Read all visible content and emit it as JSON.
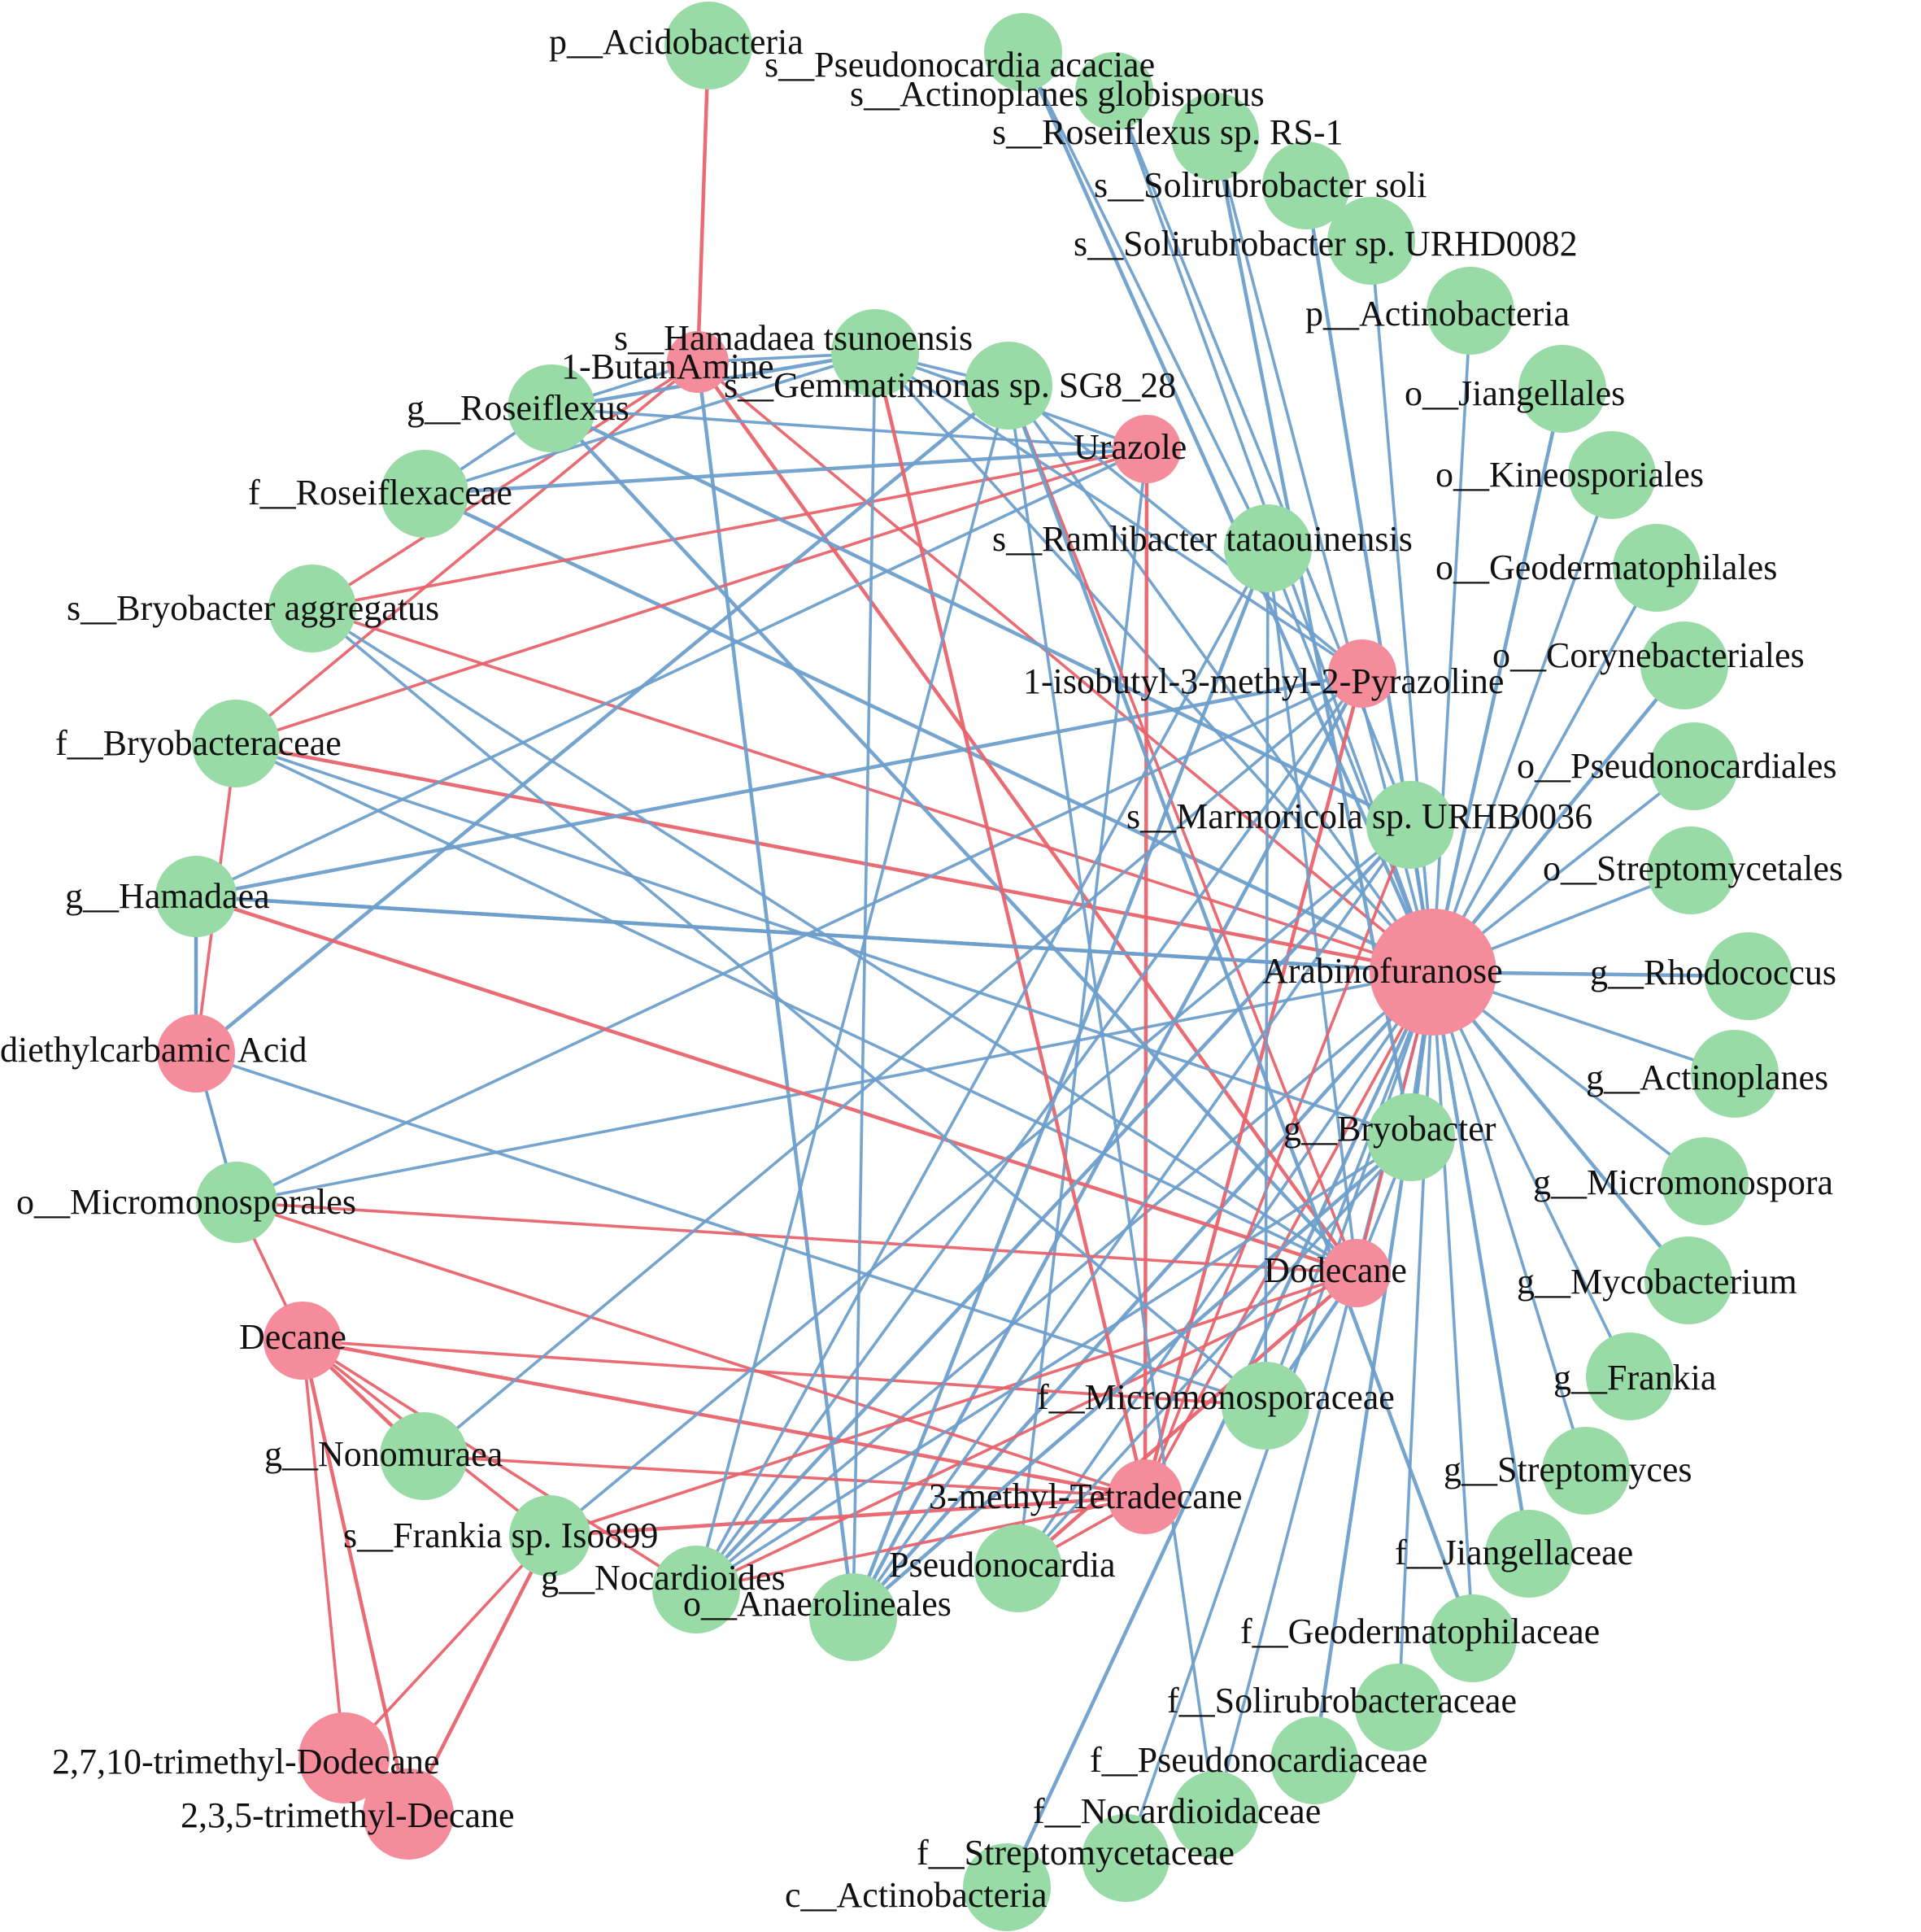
{
  "colors": {
    "taxon_node": "#98DBA7",
    "metabolite_node": "#F48C9C",
    "positive_edge": "#E8636B",
    "negative_edge": "#6E9FCB",
    "label": "#111111"
  },
  "nodes": [
    {
      "id": "n1",
      "label": "p__Acidobacteria",
      "kind": "taxon"
    },
    {
      "id": "n2",
      "label": "s__Pseudonocardia acaciae",
      "kind": "taxon"
    },
    {
      "id": "n3",
      "label": "s__Actinoplanes globisporus",
      "kind": "taxon"
    },
    {
      "id": "n4",
      "label": "s__Roseiflexus sp. RS-1",
      "kind": "taxon"
    },
    {
      "id": "n5",
      "label": "s__Solirubrobacter soli",
      "kind": "taxon"
    },
    {
      "id": "n6",
      "label": "s__Solirubrobacter sp. URHD0082",
      "kind": "taxon"
    },
    {
      "id": "n7",
      "label": "p__Actinobacteria",
      "kind": "taxon"
    },
    {
      "id": "n8",
      "label": "o__Jiangellales",
      "kind": "taxon"
    },
    {
      "id": "n9",
      "label": "o__Kineosporiales",
      "kind": "taxon"
    },
    {
      "id": "n10",
      "label": "o__Geodermatophilales",
      "kind": "taxon"
    },
    {
      "id": "n11",
      "label": "o__Corynebacteriales",
      "kind": "taxon"
    },
    {
      "id": "n12",
      "label": "o__Pseudonocardiales",
      "kind": "taxon"
    },
    {
      "id": "n13",
      "label": "o__Streptomycetales",
      "kind": "taxon"
    },
    {
      "id": "n14",
      "label": "g__Rhodococcus",
      "kind": "taxon"
    },
    {
      "id": "n15",
      "label": "g__Actinoplanes",
      "kind": "taxon"
    },
    {
      "id": "n16",
      "label": "g__Micromonospora",
      "kind": "taxon"
    },
    {
      "id": "n17",
      "label": "g__Mycobacterium",
      "kind": "taxon"
    },
    {
      "id": "n18",
      "label": "g__Frankia",
      "kind": "taxon"
    },
    {
      "id": "n19",
      "label": "g__Streptomyces",
      "kind": "taxon"
    },
    {
      "id": "n20",
      "label": "f__Jiangellaceae",
      "kind": "taxon"
    },
    {
      "id": "n21",
      "label": "f__Geodermatophilaceae",
      "kind": "taxon"
    },
    {
      "id": "n22",
      "label": "f__Solirubrobacteraceae",
      "kind": "taxon"
    },
    {
      "id": "n23",
      "label": "f__Pseudonocardiaceae",
      "kind": "taxon"
    },
    {
      "id": "n24",
      "label": "f__Nocardioidaceae",
      "kind": "taxon"
    },
    {
      "id": "n25",
      "label": "f__Streptomycetaceae",
      "kind": "taxon"
    },
    {
      "id": "n26",
      "label": "c__Actinobacteria",
      "kind": "taxon"
    },
    {
      "id": "n27",
      "label": "s__Hamadaea tsunoensis",
      "kind": "taxon"
    },
    {
      "id": "n28",
      "label": "s__Gemmatimonas sp. SG8_28",
      "kind": "taxon"
    },
    {
      "id": "n29",
      "label": "g__Roseiflexus",
      "kind": "taxon"
    },
    {
      "id": "n30",
      "label": "f__Roseiflexaceae",
      "kind": "taxon"
    },
    {
      "id": "n31",
      "label": "s__Bryobacter aggregatus",
      "kind": "taxon"
    },
    {
      "id": "n32",
      "label": "f__Bryobacteraceae",
      "kind": "taxon"
    },
    {
      "id": "n33",
      "label": "g__Hamadaea",
      "kind": "taxon"
    },
    {
      "id": "n34",
      "label": "o__Micromonosporales",
      "kind": "taxon"
    },
    {
      "id": "n35",
      "label": "g__Nonomuraea",
      "kind": "taxon"
    },
    {
      "id": "n36",
      "label": "s__Frankia sp. Iso899",
      "kind": "taxon"
    },
    {
      "id": "n37",
      "label": "g__Nocardioides",
      "kind": "taxon"
    },
    {
      "id": "n38",
      "label": "o__Anaerolineales",
      "kind": "taxon"
    },
    {
      "id": "n39",
      "label": "Pseudonocardia",
      "kind": "taxon"
    },
    {
      "id": "n40",
      "label": "f__Micromonosporaceae",
      "kind": "taxon"
    },
    {
      "id": "n41",
      "label": "g__Bryobacter",
      "kind": "taxon"
    },
    {
      "id": "n42",
      "label": "s__Marmoricola sp. URHB0036",
      "kind": "taxon"
    },
    {
      "id": "n43",
      "label": "s__Ramlibacter tataouinensis",
      "kind": "taxon"
    },
    {
      "id": "m1",
      "label": "1-ButanAmine",
      "kind": "metabolite"
    },
    {
      "id": "m2",
      "label": "Urazole",
      "kind": "metabolite"
    },
    {
      "id": "m3",
      "label": "1-isobutyl-3-methyl-2-Pyrazoline",
      "kind": "metabolite"
    },
    {
      "id": "m4",
      "label": "Arabinofuranose",
      "kind": "metabolite"
    },
    {
      "id": "m5",
      "label": "diethylcarbamic Acid",
      "kind": "metabolite"
    },
    {
      "id": "m6",
      "label": "Dodecane",
      "kind": "metabolite"
    },
    {
      "id": "m7",
      "label": "Decane",
      "kind": "metabolite"
    },
    {
      "id": "m8",
      "label": "3-methyl-Tetradecane",
      "kind": "metabolite"
    },
    {
      "id": "m9",
      "label": "2,7,10-trimethyl-Dodecane",
      "kind": "metabolite"
    },
    {
      "id": "m10",
      "label": "2,3,5-trimethyl-Decane",
      "kind": "metabolite"
    }
  ],
  "edges": [
    {
      "source": "m4",
      "target": "n2",
      "sign": "negative"
    },
    {
      "source": "m4",
      "target": "n3",
      "sign": "negative"
    },
    {
      "source": "m4",
      "target": "n4",
      "sign": "negative"
    },
    {
      "source": "m4",
      "target": "n5",
      "sign": "negative"
    },
    {
      "source": "m4",
      "target": "n6",
      "sign": "negative"
    },
    {
      "source": "m4",
      "target": "n7",
      "sign": "negative"
    },
    {
      "source": "m4",
      "target": "n8",
      "sign": "negative"
    },
    {
      "source": "m4",
      "target": "n9",
      "sign": "negative"
    },
    {
      "source": "m4",
      "target": "n10",
      "sign": "negative"
    },
    {
      "source": "m4",
      "target": "n11",
      "sign": "negative"
    },
    {
      "source": "m4",
      "target": "n12",
      "sign": "negative"
    },
    {
      "source": "m4",
      "target": "n13",
      "sign": "negative"
    },
    {
      "source": "m4",
      "target": "n14",
      "sign": "negative"
    },
    {
      "source": "m4",
      "target": "n15",
      "sign": "negative"
    },
    {
      "source": "m4",
      "target": "n16",
      "sign": "negative"
    },
    {
      "source": "m4",
      "target": "n17",
      "sign": "negative"
    },
    {
      "source": "m4",
      "target": "n18",
      "sign": "negative"
    },
    {
      "source": "m4",
      "target": "n19",
      "sign": "negative"
    },
    {
      "source": "m4",
      "target": "n20",
      "sign": "negative"
    },
    {
      "source": "m4",
      "target": "n21",
      "sign": "negative"
    },
    {
      "source": "m4",
      "target": "n22",
      "sign": "negative"
    },
    {
      "source": "m4",
      "target": "n23",
      "sign": "negative"
    },
    {
      "source": "m4",
      "target": "n24",
      "sign": "negative"
    },
    {
      "source": "m4",
      "target": "n25",
      "sign": "negative"
    },
    {
      "source": "m4",
      "target": "n26",
      "sign": "negative"
    },
    {
      "source": "m4",
      "target": "n27",
      "sign": "negative"
    },
    {
      "source": "m4",
      "target": "n28",
      "sign": "negative"
    },
    {
      "source": "m4",
      "target": "n33",
      "sign": "negative"
    },
    {
      "source": "m4",
      "target": "n34",
      "sign": "negative"
    },
    {
      "source": "m4",
      "target": "n37",
      "sign": "negative"
    },
    {
      "source": "m4",
      "target": "n38",
      "sign": "negative"
    },
    {
      "source": "m4",
      "target": "n39",
      "sign": "negative"
    },
    {
      "source": "m4",
      "target": "n40",
      "sign": "negative"
    },
    {
      "source": "m4",
      "target": "n41",
      "sign": "negative"
    },
    {
      "source": "m4",
      "target": "n42",
      "sign": "negative"
    },
    {
      "source": "m4",
      "target": "n43",
      "sign": "negative"
    },
    {
      "source": "m4",
      "target": "n30",
      "sign": "negative"
    },
    {
      "source": "m4",
      "target": "m1",
      "sign": "positive"
    },
    {
      "source": "m4",
      "target": "n31",
      "sign": "positive"
    },
    {
      "source": "m4",
      "target": "n32",
      "sign": "positive"
    },
    {
      "source": "m4",
      "target": "m8",
      "sign": "positive"
    },
    {
      "source": "m4",
      "target": "m6",
      "sign": "positive"
    },
    {
      "source": "m1",
      "target": "n1",
      "sign": "positive"
    },
    {
      "source": "m1",
      "target": "n31",
      "sign": "positive"
    },
    {
      "source": "m1",
      "target": "n32",
      "sign": "positive"
    },
    {
      "source": "m1",
      "target": "n38",
      "sign": "negative"
    },
    {
      "source": "m1",
      "target": "n29",
      "sign": "negative"
    },
    {
      "source": "m1",
      "target": "n27",
      "sign": "negative"
    },
    {
      "source": "m1",
      "target": "m6",
      "sign": "positive"
    },
    {
      "source": "m2",
      "target": "n31",
      "sign": "positive"
    },
    {
      "source": "m2",
      "target": "n32",
      "sign": "positive"
    },
    {
      "source": "m2",
      "target": "m8",
      "sign": "positive"
    },
    {
      "source": "m2",
      "target": "n27",
      "sign": "negative"
    },
    {
      "source": "m2",
      "target": "n29",
      "sign": "negative"
    },
    {
      "source": "m2",
      "target": "n30",
      "sign": "negative"
    },
    {
      "source": "m2",
      "target": "n33",
      "sign": "negative"
    },
    {
      "source": "m2",
      "target": "n39",
      "sign": "negative"
    },
    {
      "source": "m3",
      "target": "n33",
      "sign": "negative"
    },
    {
      "source": "m3",
      "target": "n34",
      "sign": "negative"
    },
    {
      "source": "m3",
      "target": "n37",
      "sign": "negative"
    },
    {
      "source": "m3",
      "target": "n38",
      "sign": "negative"
    },
    {
      "source": "m3",
      "target": "n27",
      "sign": "negative"
    },
    {
      "source": "m3",
      "target": "n28",
      "sign": "negative"
    },
    {
      "source": "m3",
      "target": "m8",
      "sign": "positive"
    },
    {
      "source": "m5",
      "target": "n33",
      "sign": "negative"
    },
    {
      "source": "m5",
      "target": "n34",
      "sign": "negative"
    },
    {
      "source": "m5",
      "target": "n28",
      "sign": "negative"
    },
    {
      "source": "m5",
      "target": "n40",
      "sign": "negative"
    },
    {
      "source": "m6",
      "target": "n34",
      "sign": "positive"
    },
    {
      "source": "m6",
      "target": "n33",
      "sign": "positive"
    },
    {
      "source": "m6",
      "target": "n36",
      "sign": "positive"
    },
    {
      "source": "m6",
      "target": "n37",
      "sign": "positive"
    },
    {
      "source": "m6",
      "target": "n39",
      "sign": "positive"
    },
    {
      "source": "m6",
      "target": "n28",
      "sign": "positive"
    },
    {
      "source": "m6",
      "target": "n41",
      "sign": "negative"
    },
    {
      "source": "m6",
      "target": "n40",
      "sign": "negative"
    },
    {
      "source": "m6",
      "target": "n31",
      "sign": "negative"
    },
    {
      "source": "m6",
      "target": "n32",
      "sign": "negative"
    },
    {
      "source": "m6",
      "target": "n29",
      "sign": "negative"
    },
    {
      "source": "m6",
      "target": "n43",
      "sign": "negative"
    },
    {
      "source": "m7",
      "target": "n34",
      "sign": "positive"
    },
    {
      "source": "m7",
      "target": "n35",
      "sign": "positive"
    },
    {
      "source": "m7",
      "target": "n36",
      "sign": "positive"
    },
    {
      "source": "m7",
      "target": "n37",
      "sign": "positive"
    },
    {
      "source": "m7",
      "target": "m8",
      "sign": "positive"
    },
    {
      "source": "m7",
      "target": "n40",
      "sign": "positive"
    },
    {
      "source": "m7",
      "target": "m9",
      "sign": "positive"
    },
    {
      "source": "m7",
      "target": "m10",
      "sign": "positive"
    },
    {
      "source": "m8",
      "target": "n34",
      "sign": "positive"
    },
    {
      "source": "m8",
      "target": "n35",
      "sign": "positive"
    },
    {
      "source": "m8",
      "target": "n36",
      "sign": "positive"
    },
    {
      "source": "m8",
      "target": "n37",
      "sign": "positive"
    },
    {
      "source": "m8",
      "target": "n39",
      "sign": "positive"
    },
    {
      "source": "m8",
      "target": "n27",
      "sign": "positive"
    },
    {
      "source": "m8",
      "target": "n42",
      "sign": "positive"
    },
    {
      "source": "n36",
      "target": "m9",
      "sign": "positive"
    },
    {
      "source": "n36",
      "target": "m10",
      "sign": "positive"
    },
    {
      "source": "m5",
      "target": "n32",
      "sign": "positive"
    },
    {
      "source": "n27",
      "target": "n28",
      "sign": "negative"
    },
    {
      "source": "n29",
      "target": "n27",
      "sign": "negative"
    },
    {
      "source": "n30",
      "target": "n29",
      "sign": "negative"
    },
    {
      "source": "n30",
      "target": "n27",
      "sign": "negative"
    },
    {
      "source": "n33",
      "target": "m5",
      "sign": "negative"
    },
    {
      "source": "m5",
      "target": "n34",
      "sign": "negative"
    },
    {
      "source": "n35",
      "target": "m3",
      "sign": "negative"
    },
    {
      "source": "n33",
      "target": "m4",
      "sign": "negative"
    },
    {
      "source": "n31",
      "target": "n40",
      "sign": "negative"
    },
    {
      "source": "n32",
      "target": "n41",
      "sign": "negative"
    },
    {
      "source": "n29",
      "target": "n42",
      "sign": "negative"
    },
    {
      "source": "n27",
      "target": "n38",
      "sign": "negative"
    },
    {
      "source": "n28",
      "target": "n24",
      "sign": "negative"
    },
    {
      "source": "n28",
      "target": "n21",
      "sign": "negative"
    },
    {
      "source": "n28",
      "target": "n37",
      "sign": "negative"
    },
    {
      "source": "n43",
      "target": "n37",
      "sign": "negative"
    },
    {
      "source": "n43",
      "target": "n38",
      "sign": "negative"
    },
    {
      "source": "n43",
      "target": "n40",
      "sign": "negative"
    },
    {
      "source": "n42",
      "target": "n36",
      "sign": "negative"
    },
    {
      "source": "n42",
      "target": "n37",
      "sign": "negative"
    },
    {
      "source": "n42",
      "target": "n38",
      "sign": "negative"
    },
    {
      "source": "n41",
      "target": "n37",
      "sign": "negative"
    },
    {
      "source": "n41",
      "target": "n38",
      "sign": "negative"
    },
    {
      "source": "n41",
      "target": "n39",
      "sign": "negative"
    },
    {
      "source": "n3",
      "target": "n42",
      "sign": "negative"
    },
    {
      "source": "n4",
      "target": "n41",
      "sign": "negative"
    },
    {
      "source": "n2",
      "target": "n43",
      "sign": "negative"
    }
  ]
}
